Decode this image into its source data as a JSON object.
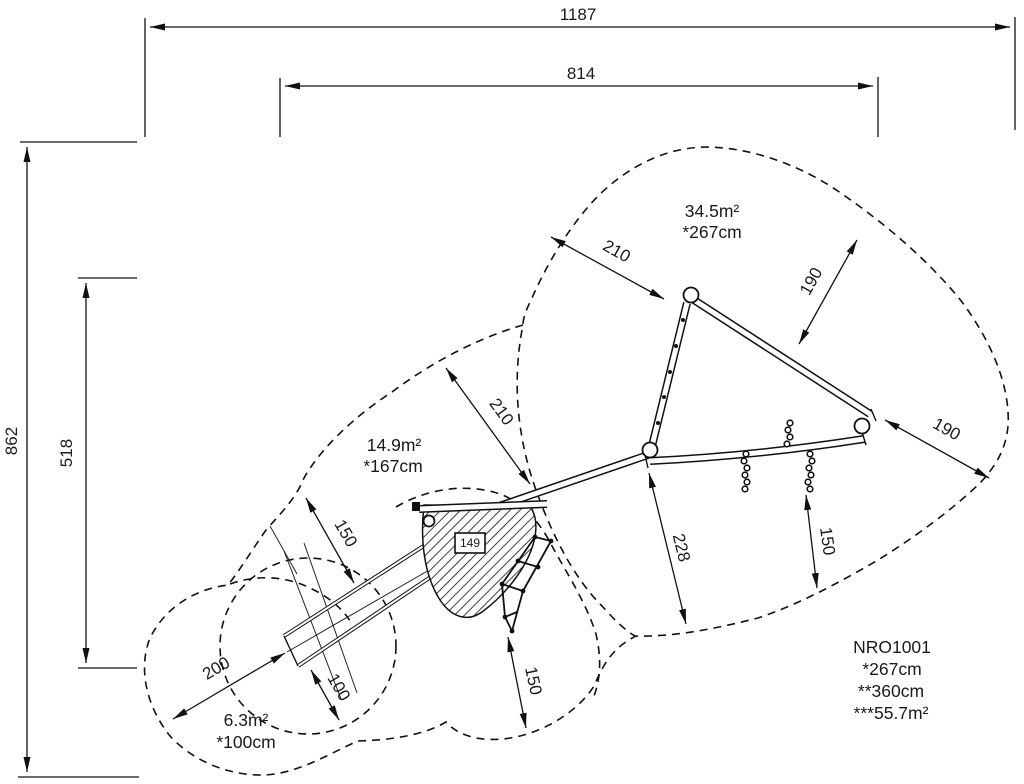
{
  "drawing": {
    "title_code": "NRO1001",
    "dimensions": {
      "overall_width": "1187",
      "inner_width": "814",
      "overall_height": "862",
      "inner_height": "518",
      "d210_top": "210",
      "d190_top": "190",
      "d190_right": "190",
      "d210_mid": "210",
      "d228": "228",
      "d150_right": "150",
      "d150_bottom": "150",
      "d150_left": "150",
      "d100": "100",
      "d200": "200"
    },
    "zones": {
      "large": {
        "area": "34.5m²",
        "fall_height": "*267cm"
      },
      "medium": {
        "area": "14.9m²",
        "fall_height": "*167cm"
      },
      "small": {
        "area": "6.3m²",
        "fall_height": "*100cm"
      }
    },
    "platform_box_label": "149",
    "info_block": {
      "line1": "NRO1001",
      "line2": "*267cm",
      "line3": "**360cm",
      "line4": "***55.7m²"
    }
  }
}
